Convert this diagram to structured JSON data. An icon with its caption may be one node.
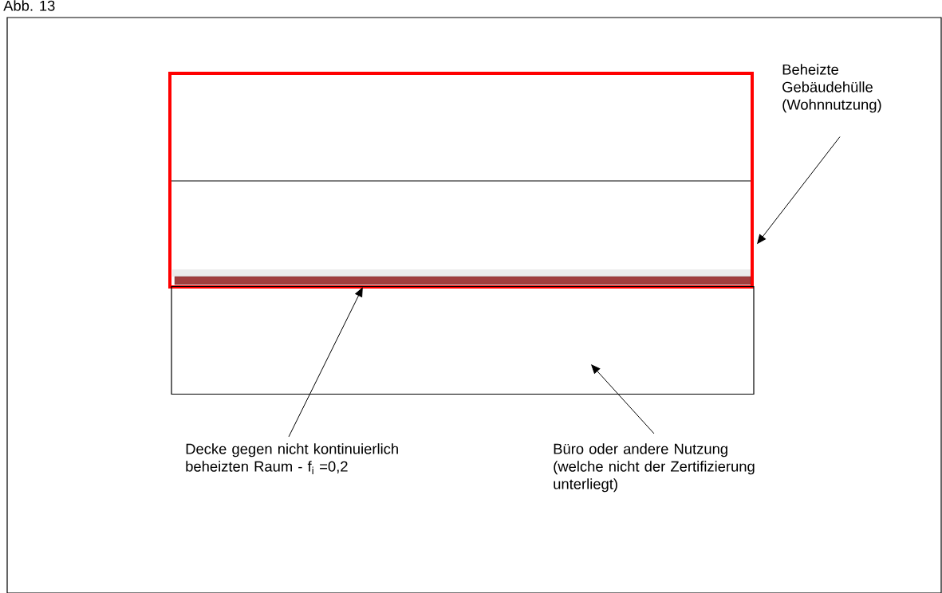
{
  "diagram": {
    "nodes": [
      {
        "text": [],
        "shape": "box"
      },
      {
        "text": [],
        "shape": "bar",
        "in": 0
      },
      {
        "text": [],
        "shape": "box"
      },
      {
        "text": [
          "Beheizte Gebäudehülle (Wohnnutzung)"
        ]
      },
      {
        "text": [
          "Decke gegen nicht kontinuierlich beheizten Raum  - f$_{i}$ =0,2"
        ]
      },
      {
        "text": [
          "Büro oder andere Nutzung (welche nicht der Zertifizierung unterliegt)"
        ]
      }
    ],
    "edges": [
      {
        "from": 3,
        "to": 0,
        "arrow": "to"
      },
      {
        "from": 4,
        "to": 1,
        "arrow": "to"
      },
      {
        "from": 5,
        "to": 2,
        "arrow": "to"
      }
    ],
    "labels": [
      "Abb. 13"
    ]
  }
}
